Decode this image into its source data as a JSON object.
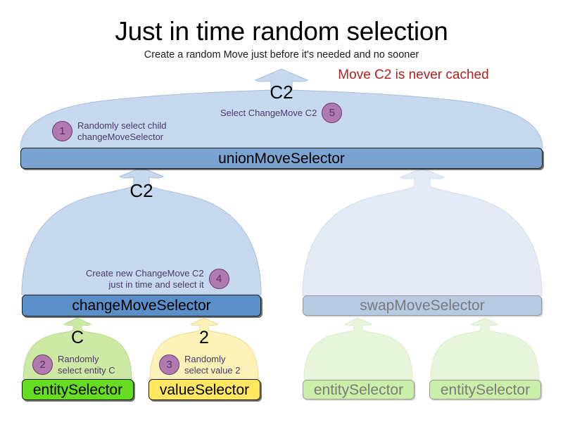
{
  "header": {
    "title": "Just in time random selection",
    "subtitle": "Create a random Move just before it's needed and no sooner",
    "note": "Move C2 is never cached",
    "note_color": "#b81e1e"
  },
  "nodes": {
    "union": {
      "label": "unionMoveSelector",
      "color": "#7ba3d1",
      "state": "active"
    },
    "change": {
      "label": "changeMoveSelector",
      "color": "#5b8fc9",
      "state": "active"
    },
    "swap": {
      "label": "swapMoveSelector",
      "color": "#b6cae2",
      "state": "dimmed"
    },
    "entity_left": {
      "label": "entitySelector",
      "color": "#66dd22",
      "state": "active"
    },
    "value": {
      "label": "valueSelector",
      "color": "#ffe860",
      "state": "active"
    },
    "entity_right_1": {
      "label": "entitySelector",
      "color": "#caefa8",
      "state": "dimmed"
    },
    "entity_right_2": {
      "label": "entitySelector",
      "color": "#caefa8",
      "state": "dimmed"
    }
  },
  "fans": {
    "union_out": {
      "payload": "C2",
      "color": "#c6d9ef"
    },
    "change_to_union": {
      "payload": "C2",
      "color": "#c6d9ef"
    },
    "swap_to_union": {
      "payload": "",
      "color": "#e3eaf5"
    },
    "entity_to_change": {
      "payload": "C",
      "color": "#cdeaa5"
    },
    "value_to_change": {
      "payload": "2",
      "color": "#fdf3b8"
    },
    "entity_r1_to_swap": {
      "payload": "",
      "color": "#e7f5da"
    },
    "entity_r2_to_swap": {
      "payload": "",
      "color": "#e7f5da"
    }
  },
  "annotations": [
    {
      "number": "1",
      "text": "Randomly select child\nchangeMoveSelector",
      "align": "left"
    },
    {
      "number": "5",
      "text": "Select ChangeMove C2",
      "align": "right"
    },
    {
      "number": "4",
      "text": "Create new ChangeMove C2\njust in time and select it",
      "align": "right"
    },
    {
      "number": "2",
      "text": "Randomly\nselect entity C",
      "align": "left"
    },
    {
      "number": "3",
      "text": "Randomly\nselect value 2",
      "align": "left"
    }
  ],
  "palette": {
    "circle_fill": "#b07ab0",
    "circle_stroke": "#6e3d6e",
    "annotation_text": "#4a3a6b",
    "dimmed_text": "#7b7b7b"
  }
}
